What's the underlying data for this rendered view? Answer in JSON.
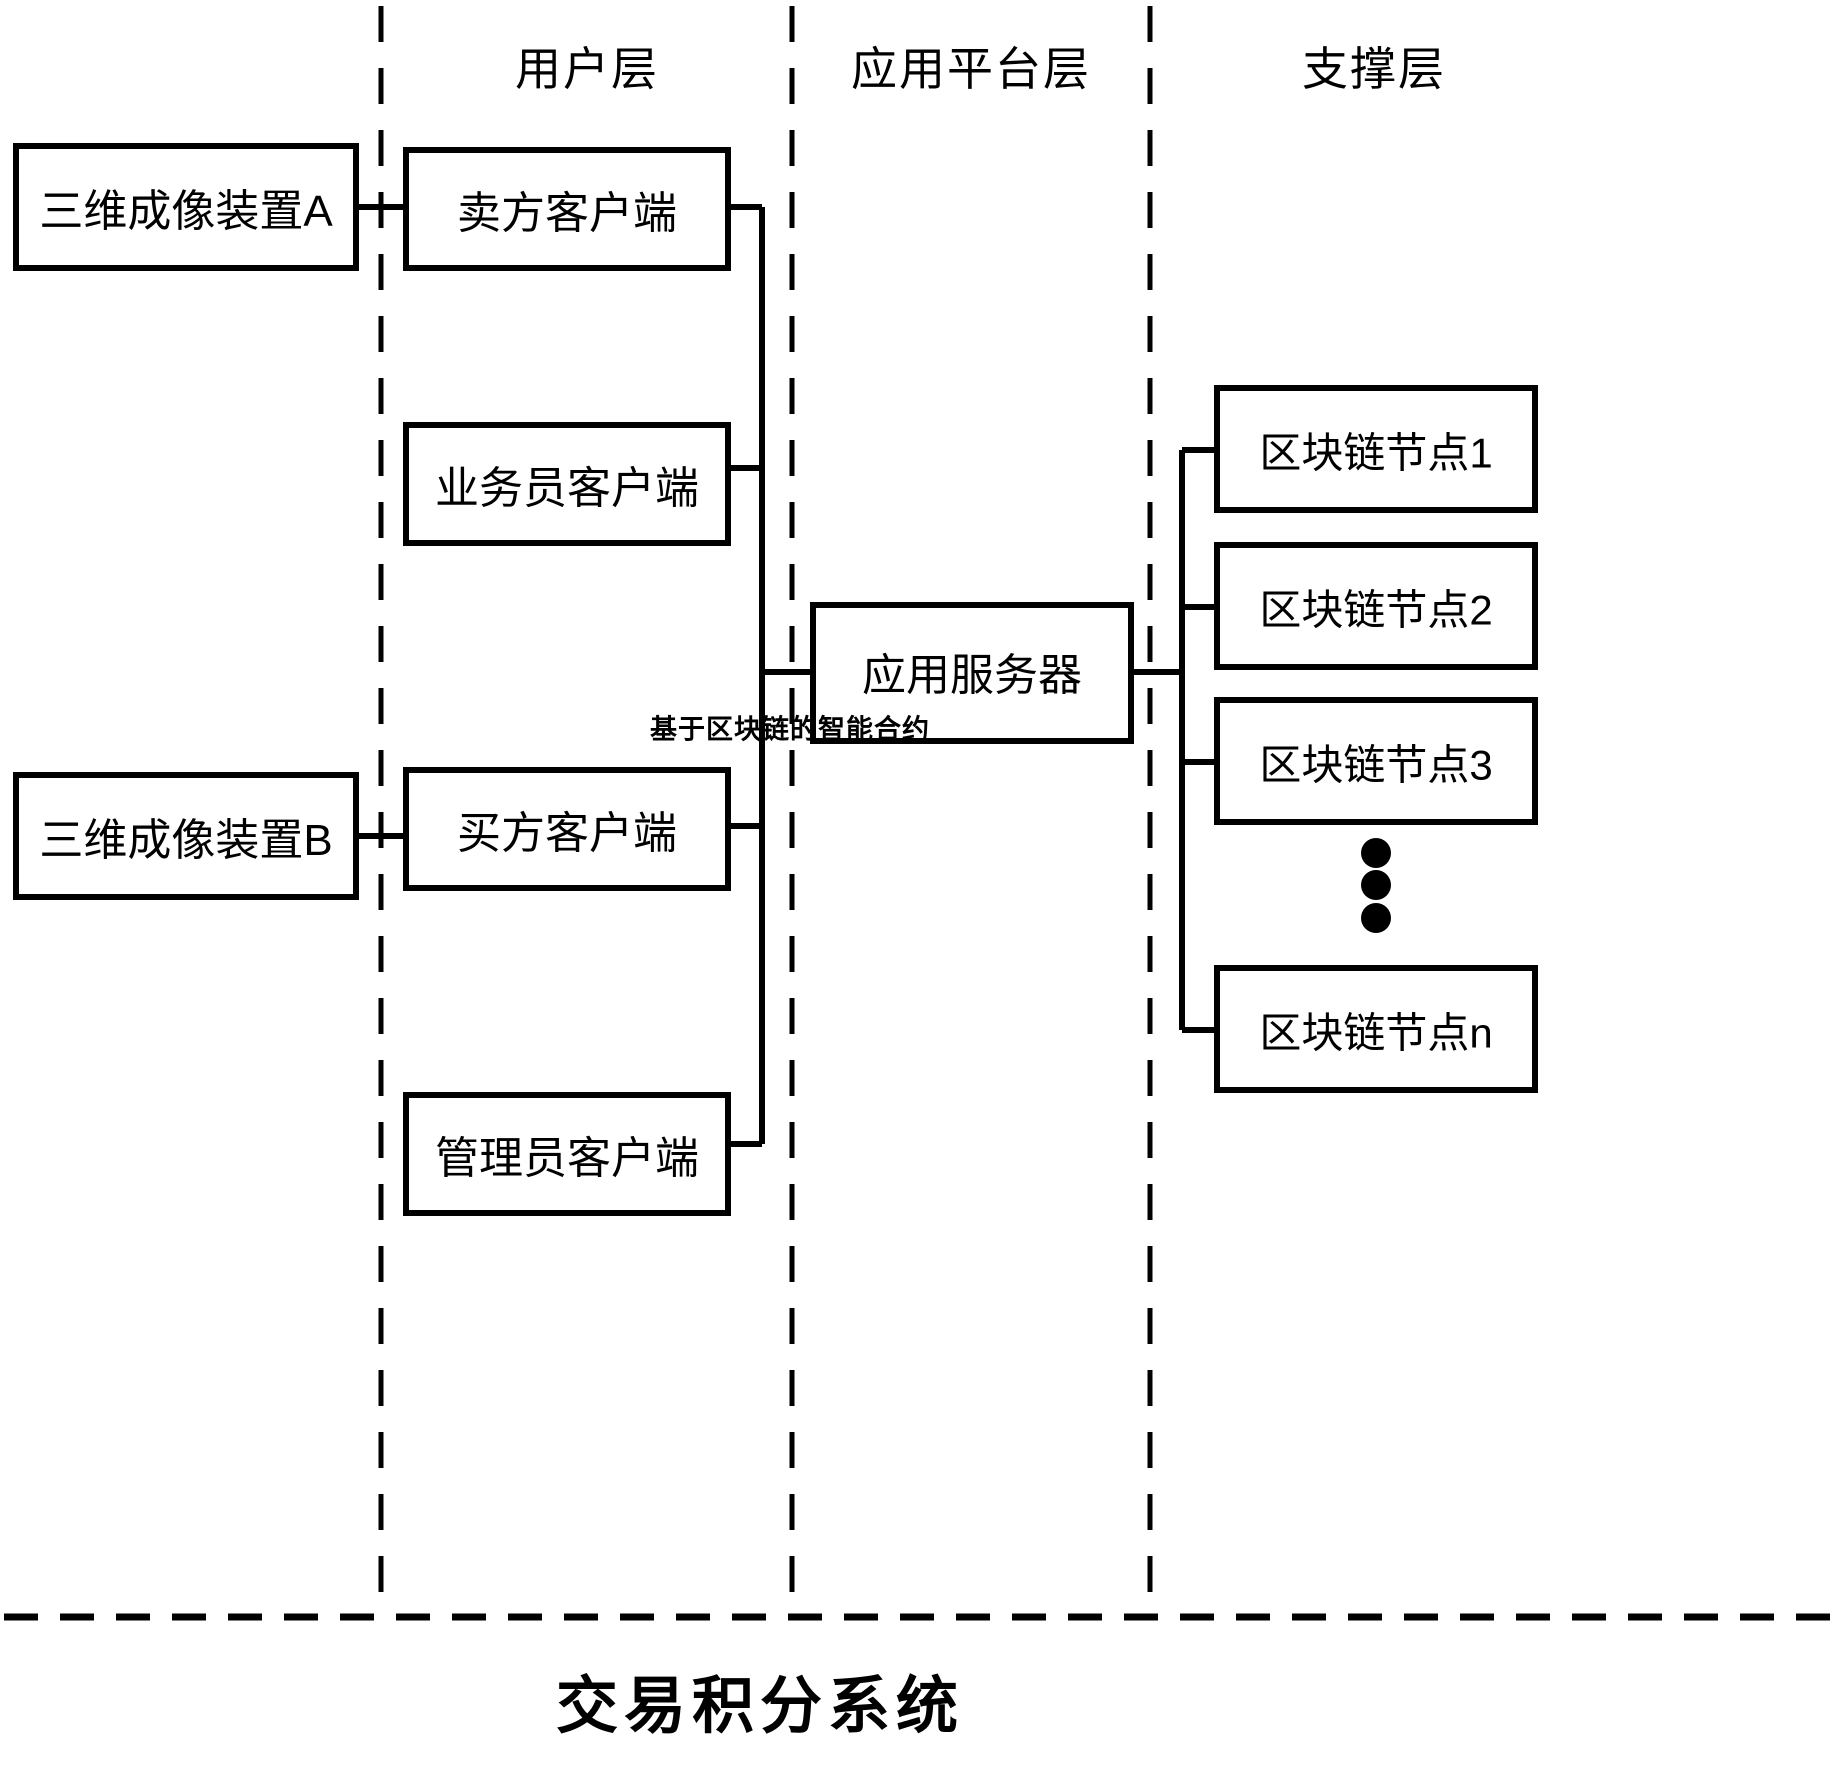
{
  "diagram": {
    "title": "交易积分系统",
    "annotation": "基于区块链的智能合约",
    "layers": [
      {
        "id": "user-layer",
        "label": "用户层"
      },
      {
        "id": "application-platform-layer",
        "label": "应用平台层"
      },
      {
        "id": "support-layer",
        "label": "支撑层"
      }
    ],
    "devices": [
      {
        "id": "imaging-device-a",
        "label": "三维成像装置A"
      },
      {
        "id": "imaging-device-b",
        "label": "三维成像装置B"
      }
    ],
    "clients": [
      {
        "id": "seller-client",
        "label": "卖方客户端"
      },
      {
        "id": "salesperson-client",
        "label": "业务员客户端"
      },
      {
        "id": "buyer-client",
        "label": "买方客户端"
      },
      {
        "id": "admin-client",
        "label": "管理员客户端"
      }
    ],
    "server": {
      "id": "application-server",
      "label": "应用服务器"
    },
    "blockchain_nodes": [
      {
        "id": "blockchain-node-1",
        "label": "区块链节点1"
      },
      {
        "id": "blockchain-node-2",
        "label": "区块链节点2"
      },
      {
        "id": "blockchain-node-3",
        "label": "区块链节点3"
      },
      {
        "id": "blockchain-node-n",
        "label": "区块链节点n"
      }
    ],
    "ellipsis": {
      "id": "vertical-ellipsis",
      "dots": 3
    },
    "colors": {
      "stroke": "#000000",
      "background": "#ffffff"
    }
  }
}
